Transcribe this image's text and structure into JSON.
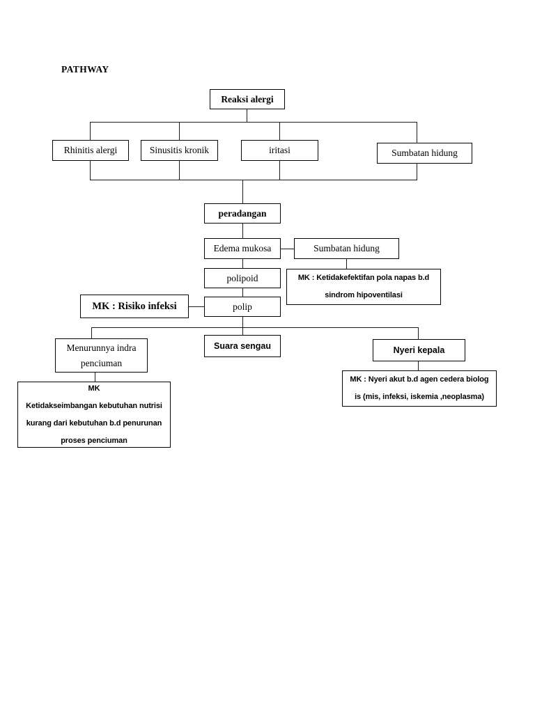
{
  "document": {
    "title": "PATHWAY"
  },
  "nodes": {
    "reaksi_alergi": {
      "label": "Reaksi alergi"
    },
    "rhinitis_alergi": {
      "label": "Rhinitis alergi"
    },
    "sinusitis_kronik": {
      "label": "Sinusitis kronik"
    },
    "iritasi": {
      "label": "iritasi"
    },
    "sumbatan_hidung_top": {
      "label": "Sumbatan hidung"
    },
    "peradangan": {
      "label": "peradangan"
    },
    "edema_mukosa": {
      "label": "Edema mukosa"
    },
    "sumbatan_hidung_mid": {
      "label": "Sumbatan hidung"
    },
    "polipoid": {
      "label": "polipoid"
    },
    "polip": {
      "label": "polip"
    },
    "mk_risiko_infeksi": {
      "label": "MK : Risiko infeksi"
    },
    "mk_pola_napas": {
      "line1": "MK : Ketidakefektifan pola napas b.d",
      "line2": "sindrom hipoventilasi"
    },
    "menurunnya_indra": {
      "line1": "Menurunnya indra",
      "line2": "penciuman"
    },
    "suara_sengau": {
      "label": "Suara sengau"
    },
    "nyeri_kepala": {
      "label": "Nyeri kepala"
    },
    "mk_nutrisi": {
      "line1": "MK",
      "line2": "Ketidakseimbangan kebutuhan nutrisi",
      "line3": "kurang dari kebutuhan b.d penurunan",
      "line4": "proses penciuman"
    },
    "mk_nyeri_akut": {
      "line1": "MK : Nyeri akut b.d agen cedera biolog",
      "line2": "is (mis, infeksi, iskemia ,neoplasma)"
    }
  },
  "style": {
    "line_color": "#1a1a1a",
    "border_color": "#000000",
    "background": "#ffffff",
    "text_color": "#000000"
  }
}
